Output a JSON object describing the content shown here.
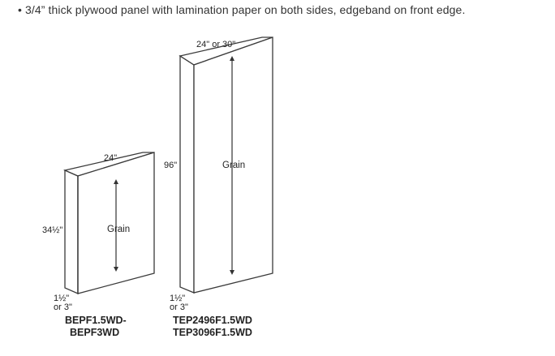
{
  "spec": {
    "bullet": "•",
    "text": "3/4” thick plywood panel with lamination paper on both sides, edgeband on front edge."
  },
  "panel_small": {
    "width_label": "24\"",
    "height_label": "34½\"",
    "grain_label": "Grain",
    "depth_label_1": "1½\"",
    "depth_label_2": "or 3\"",
    "code_1": "BEPF1.5WD-",
    "code_2": "BEPF3WD"
  },
  "panel_tall": {
    "width_label": "24\" or 30\"",
    "height_label": "96\"",
    "grain_label": "Grain",
    "depth_label_1": "1½\"",
    "depth_label_2": "or 3\"",
    "code_1": "TEP2496F1.5WD",
    "code_2": "TEP3096F1.5WD"
  },
  "colors": {
    "line": "#3a3a3a",
    "fill": "#ffffff"
  }
}
